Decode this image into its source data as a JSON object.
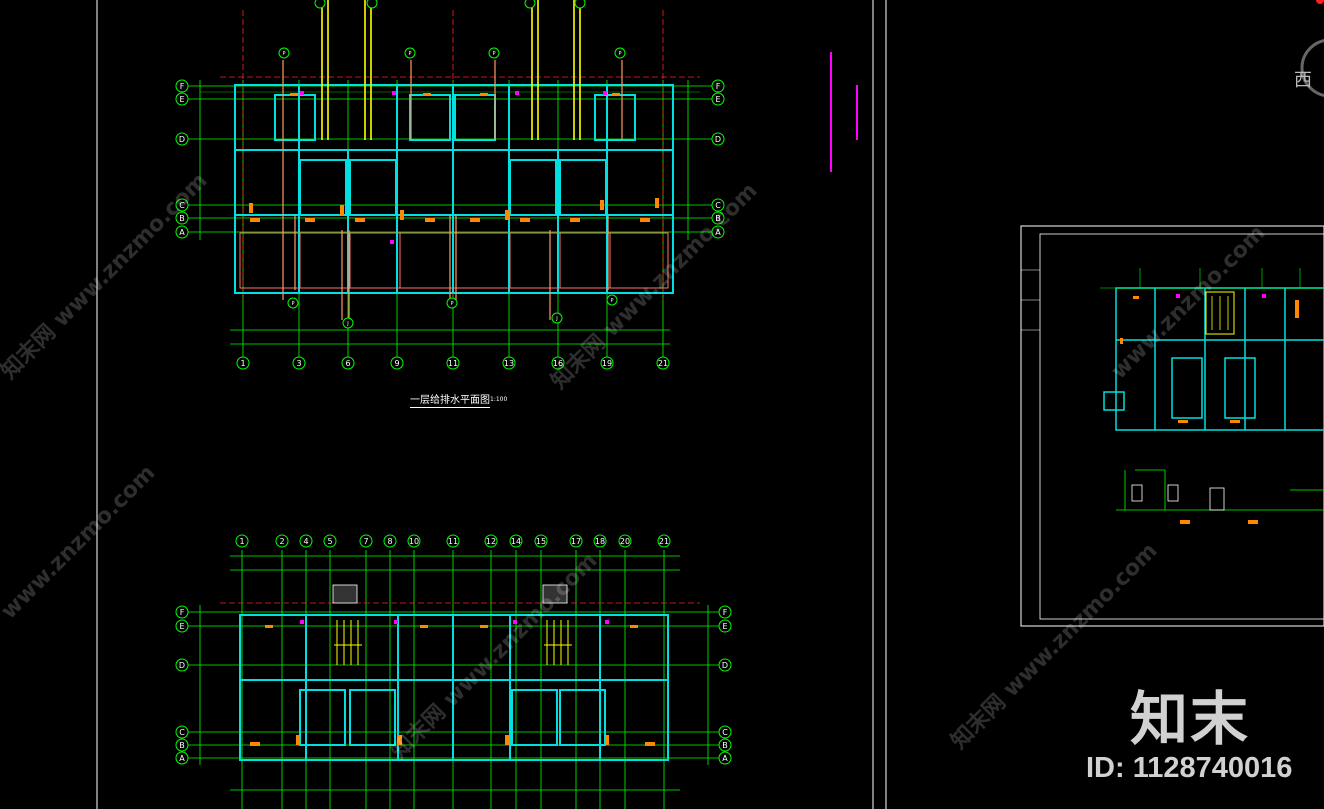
{
  "plan1": {
    "title": "一层给排水平面图",
    "scale": "1:100"
  },
  "watermark": {
    "brand": "知末",
    "id": "ID: 1128740016",
    "corner_char": "西"
  },
  "axes": {
    "plan1_numbers": [
      "1",
      "3",
      "6",
      "9",
      "11",
      "13",
      "16",
      "19",
      "21"
    ],
    "plan2_numbers": [
      "1",
      "2",
      "4",
      "5",
      "7",
      "8",
      "10",
      "11",
      "12",
      "14",
      "15",
      "17",
      "18",
      "20",
      "21"
    ],
    "letters": [
      "F",
      "E",
      "D",
      "C",
      "B",
      "A"
    ]
  },
  "colors": {
    "axis": "#00ff00",
    "wall": "#00ffff",
    "pipe": "#ffff00",
    "magenta": "#ff00ff",
    "red": "#ff2020",
    "orange": "#ff8800"
  }
}
